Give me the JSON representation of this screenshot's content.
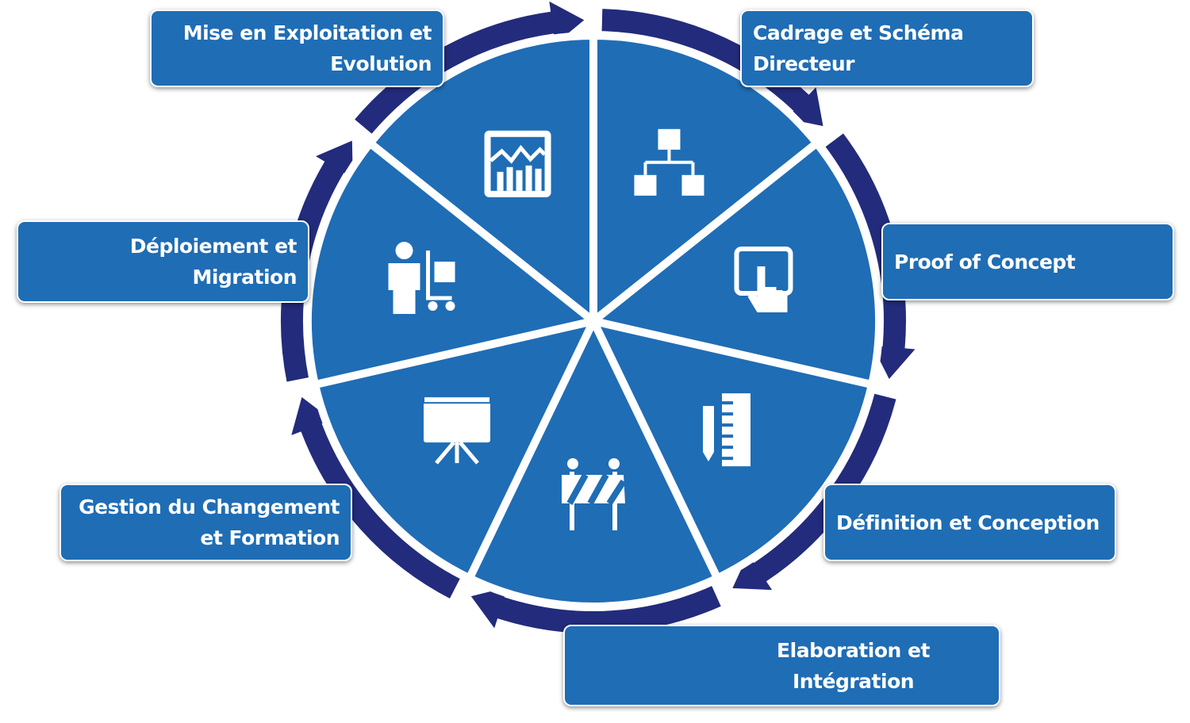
{
  "colors": {
    "box_fill": "#1f6db5",
    "segment_fill": "#1f6db5",
    "ring": "#232b7c",
    "text": "#ffffff"
  },
  "phases": [
    {
      "line1": "Cadrage et Schéma",
      "line2": "Directeur",
      "icon": "hierarchy-icon"
    },
    {
      "line1": "Proof of Concept",
      "line2": "",
      "icon": "touch-screen-icon"
    },
    {
      "line1": "Définition et Conception",
      "line2": "",
      "icon": "pencil-ruler-icon"
    },
    {
      "line1": "Elaboration et",
      "line2": "Intégration",
      "icon": "construction-barrier-icon"
    },
    {
      "line1": "Gestion du Changement",
      "line2": "et Formation",
      "icon": "presentation-board-icon"
    },
    {
      "line1": "Déploiement et",
      "line2": "Migration",
      "icon": "person-cart-icon"
    },
    {
      "line1": "Mise en Exploitation et",
      "line2": "Evolution",
      "icon": "monitoring-chart-icon"
    }
  ]
}
